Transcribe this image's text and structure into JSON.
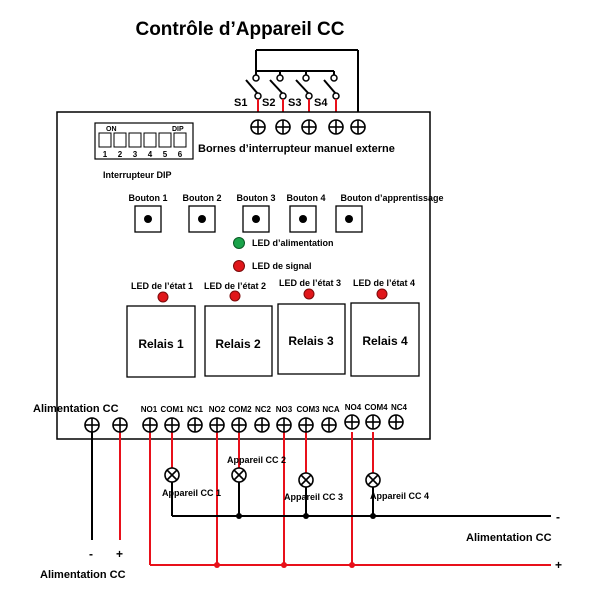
{
  "title": "Contrôle d’Appareil CC",
  "switches": [
    "S1",
    "S2",
    "S3",
    "S4"
  ],
  "external_switch_label": "Bornes d’interrupteur manuel externe",
  "dip": {
    "on_label": "ON",
    "dip_label": "DIP",
    "numbers": [
      "1",
      "2",
      "3",
      "4",
      "5",
      "6"
    ],
    "caption": "Interrupteur DIP"
  },
  "buttons": [
    "Bouton 1",
    "Bouton 2",
    "Bouton 3",
    "Bouton 4",
    "Bouton d’apprentissage"
  ],
  "leds": {
    "power": "LED d’alimentation",
    "signal": "LED de signal",
    "status": [
      "LED de l’état 1",
      "LED de l’état 2",
      "LED de l’état 3",
      "LED de l’état 4"
    ]
  },
  "relays": [
    "Relais 1",
    "Relais 2",
    "Relais 3",
    "Relais 4"
  ],
  "terminals": {
    "power_label": "Alimentation CC",
    "outputs": [
      "NO1",
      "COM1",
      "NC1",
      "NO2",
      "COM2",
      "NC2",
      "NO3",
      "COM3",
      "NCA",
      "NO4",
      "COM4",
      "NC4"
    ]
  },
  "devices": [
    "Appareil CC 1",
    "Appareil CC 2",
    "Appareil CC 3",
    "Appareil CC 4"
  ],
  "supply": {
    "right_label": "Alimentation CC",
    "minus": "-",
    "plus": "+",
    "bottom_label": "Alimentation CC",
    "bottom_minus": "-",
    "bottom_plus": "+"
  },
  "colors": {
    "red_wire": "#e8101a",
    "black_wire": "#000000",
    "green_led": "#1aa34a",
    "red_led": "#e0161a"
  }
}
